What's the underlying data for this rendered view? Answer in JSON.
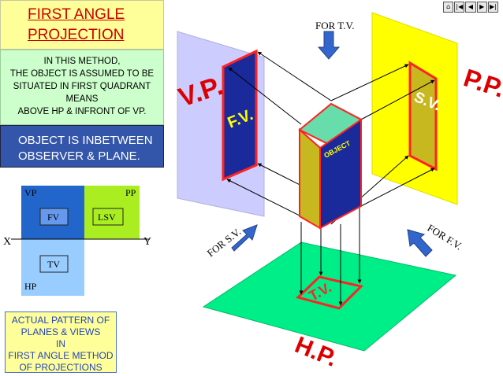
{
  "title": {
    "line1": "FIRST ANGLE",
    "line2": "PROJECTION"
  },
  "method": {
    "lines": [
      "IN THIS METHOD,",
      "THE OBJECT IS ASSUMED TO BE",
      "SITUATED IN FIRST QUADRANT",
      "MEANS",
      "ABOVE HP & INFRONT OF VP."
    ]
  },
  "object_note": {
    "lines": [
      "OBJECT IS INBETWEEN",
      "OBSERVER & PLANE."
    ]
  },
  "actual_note": {
    "lines": [
      "ACTUAL PATTERN OF",
      "PLANES & VIEWS",
      "IN",
      "FIRST ANGLE METHOD",
      "OF PROJECTIONS"
    ]
  },
  "layout_diagram": {
    "vp": "VP",
    "pp": "PP",
    "fv": "FV",
    "lsv": "LSV",
    "tv": "TV",
    "hp": "HP",
    "x": "X",
    "y": "Y"
  },
  "pictorial": {
    "vp_label": "V.P.",
    "pp_label": "P.P.",
    "hp_label": "H.P.",
    "fv_label": "F.V.",
    "sv_label": "S.V.",
    "tv_label": "T.V.",
    "object_label": "OBJECT",
    "for_tv": "FOR T.V.",
    "for_sv": "FOR S.V.",
    "for_fv": "FOR F.V."
  },
  "nav_buttons": [
    "home-icon",
    "first-icon",
    "prev-icon",
    "next-icon",
    "last-icon"
  ],
  "colors": {
    "vp": "#ccccff",
    "pp": "#ffff00",
    "hp": "#00ee88",
    "view_fill": "#1a2a9a",
    "border_red": "#ff2222",
    "arrow_blue": "#3366cc",
    "plane_label_red": "#dd0000",
    "sv_fill": "#c8b820"
  }
}
